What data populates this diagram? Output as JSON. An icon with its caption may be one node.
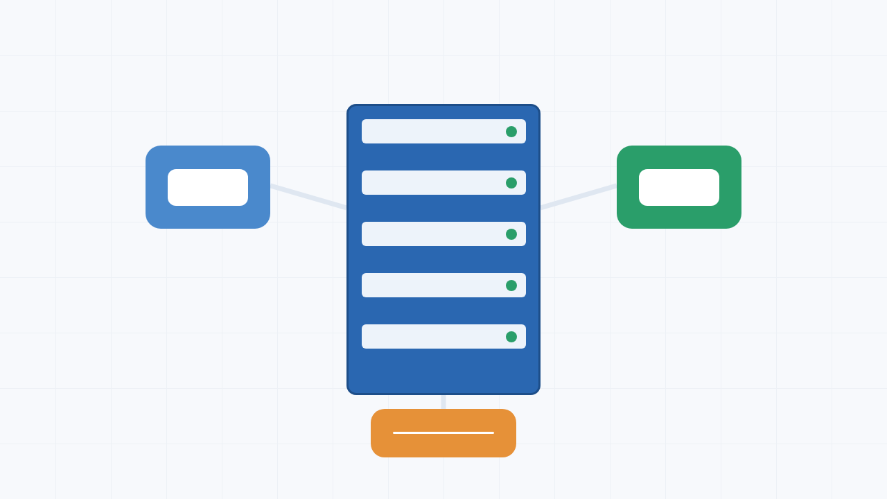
{
  "diagram": {
    "nodes": [
      {
        "text": [],
        "shape": "box"
      },
      {
        "text": [],
        "shape": "box"
      },
      {
        "text": [],
        "shape": "box"
      },
      {
        "text": [],
        "shape": "box"
      }
    ],
    "edges": [
      {
        "from": 1,
        "to": 0,
        "arrow": "none"
      },
      {
        "from": 0,
        "to": 2,
        "arrow": "none"
      },
      {
        "from": 0,
        "to": 3,
        "arrow": "none"
      }
    ]
  }
}
